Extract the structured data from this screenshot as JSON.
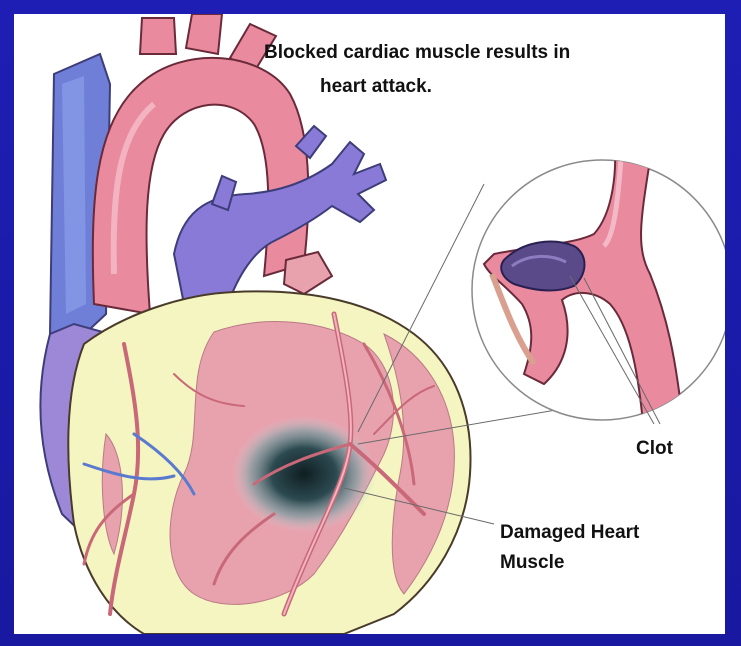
{
  "title": {
    "line1": "Blocked cardiac muscle results in",
    "line2": "heart attack."
  },
  "labels": {
    "clot": "Clot",
    "damaged_line1": "Damaged Heart",
    "damaged_line2": "Muscle"
  },
  "colors": {
    "background": "#1a1aa8",
    "aorta": "#e98a9e",
    "vein": "#8a7ad8",
    "muscle": "#e8a2ae",
    "fat": "#f4f5c0",
    "damage": "#1c2a2e",
    "text": "#111111"
  }
}
